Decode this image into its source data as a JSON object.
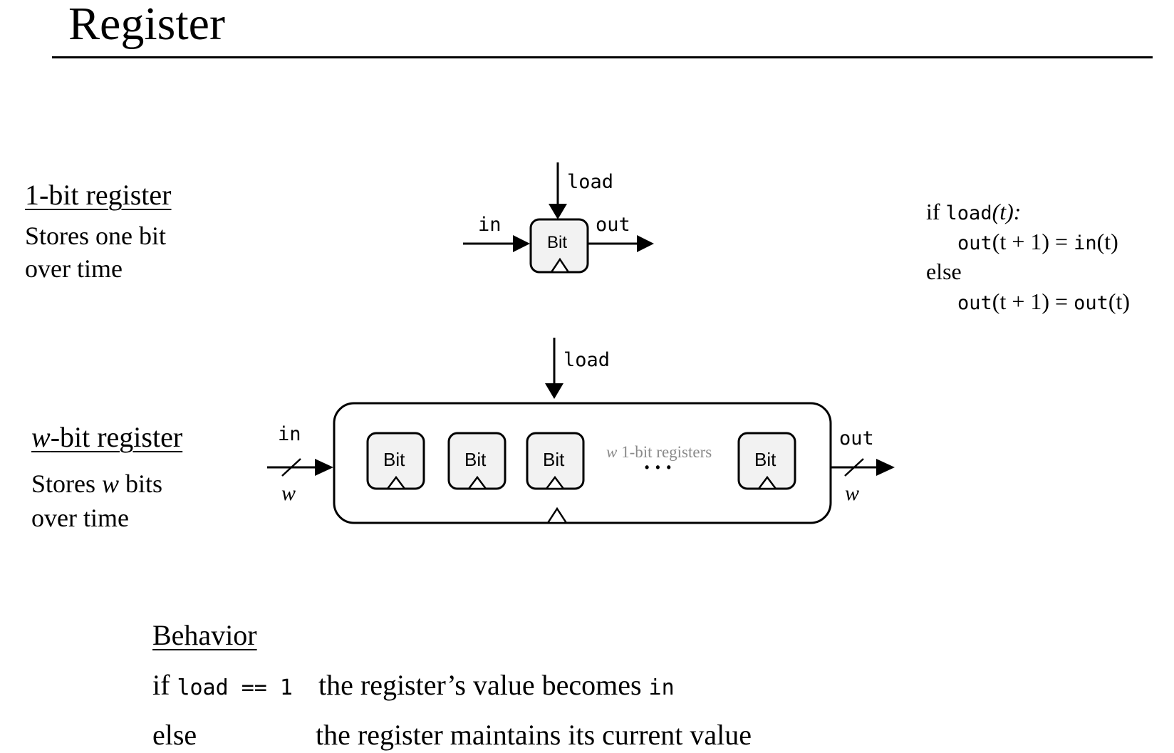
{
  "slide": {
    "title": "Register"
  },
  "one_bit": {
    "heading": "1-bit register",
    "desc_line1": "Stores one bit",
    "desc_line2": "over time",
    "load_label": "load",
    "in_label": "in",
    "out_label": "out",
    "chip_label": "Bit"
  },
  "pseudocode": {
    "if_kw": "if",
    "load": "load",
    "paren_t": "(t):",
    "out1": "out",
    "t_plus_1": "(t + 1) =",
    "in": "in",
    "paren_t_close": "(t)",
    "else_kw": "else",
    "out2": "out",
    "t_plus_1b": "(t + 1) =",
    "out3": "out",
    "paren_t_close2": "(t)"
  },
  "w_bit": {
    "heading_var": "w",
    "heading_rest": "-bit register",
    "desc_line1_a": "Stores",
    "desc_line1_var": "w",
    "desc_line1_b": "bits",
    "desc_line2": "over time",
    "load_label": "load",
    "in_label": "in",
    "out_label": "out",
    "width_in": "w",
    "width_out": "w",
    "bits": [
      "Bit",
      "Bit",
      "Bit",
      "Bit"
    ],
    "annotation_var": "w",
    "annotation_rest": "1-bit registers",
    "ellipsis": "• • •"
  },
  "behavior": {
    "heading": "Behavior",
    "row1_if": "if",
    "row1_code": "load == 1",
    "row1_text": "the register’s value becomes",
    "row1_in": "in",
    "row2_else": "else",
    "row2_text": "the register maintains its current value"
  }
}
